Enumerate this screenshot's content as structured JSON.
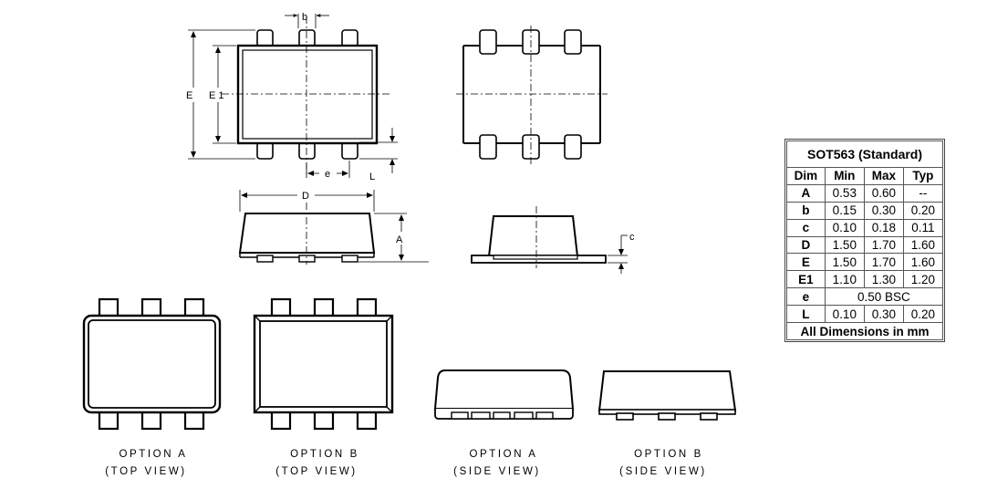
{
  "labels": {
    "b": "b",
    "E": "E",
    "E1": "E 1",
    "e": "e",
    "L": "L",
    "D": "D",
    "A": "A",
    "c": "c"
  },
  "captions": {
    "option_a_top": [
      "OPTION A",
      "(TOP VIEW)"
    ],
    "option_b_top": [
      "OPTION B",
      "(TOP VIEW)"
    ],
    "option_a_side": [
      "OPTION A",
      "(SIDE VIEW)"
    ],
    "option_b_side": [
      "OPTION B",
      "(SIDE VIEW)"
    ]
  },
  "table": {
    "title": "SOT563 (Standard)",
    "headers": [
      "Dim",
      "Min",
      "Max",
      "Typ"
    ],
    "rows": [
      {
        "dim": "A",
        "min": "0.53",
        "max": "0.60",
        "typ": "--"
      },
      {
        "dim": "b",
        "min": "0.15",
        "max": "0.30",
        "typ": "0.20"
      },
      {
        "dim": "c",
        "min": "0.10",
        "max": "0.18",
        "typ": "0.11"
      },
      {
        "dim": "D",
        "min": "1.50",
        "max": "1.70",
        "typ": "1.60"
      },
      {
        "dim": "E",
        "min": "1.50",
        "max": "1.70",
        "typ": "1.60"
      },
      {
        "dim": "E1",
        "min": "1.10",
        "max": "1.30",
        "typ": "1.20"
      },
      {
        "dim": "e",
        "span": "0.50 BSC"
      },
      {
        "dim": "L",
        "min": "0.10",
        "max": "0.30",
        "typ": "0.20"
      }
    ],
    "footer": "All Dimensions in mm"
  }
}
